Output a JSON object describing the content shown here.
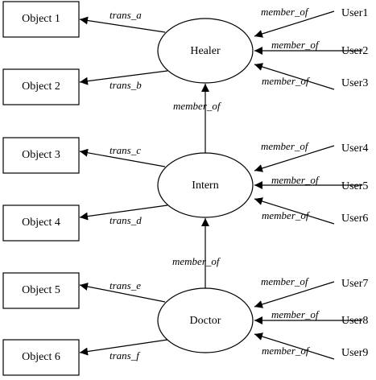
{
  "objects": [
    "Object 1",
    "Object 2",
    "Object 3",
    "Object 4",
    "Object 5",
    "Object 6"
  ],
  "roles": [
    "Healer",
    "Intern",
    "Doctor"
  ],
  "users": [
    "User1",
    "User2",
    "User3",
    "User4",
    "User5",
    "User6",
    "User7",
    "User8",
    "User9"
  ],
  "edge_labels": {
    "trans": [
      "trans_a",
      "trans_b",
      "trans_c",
      "trans_d",
      "trans_e",
      "trans_f"
    ],
    "member_of": "member_of"
  }
}
